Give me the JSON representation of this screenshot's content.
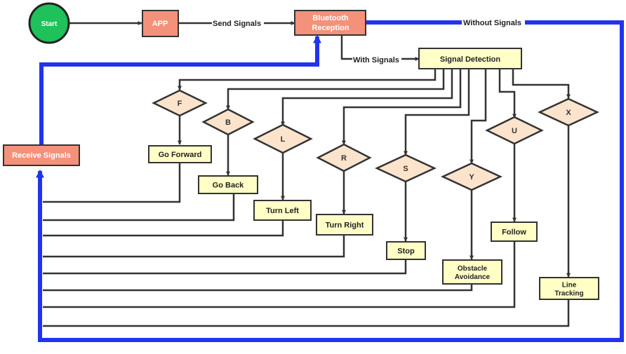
{
  "colors": {
    "start_fill": "#1ec15a",
    "orange_fill": "#f4917a",
    "yellow_fill": "#ffffc6",
    "diamond_fill": "#fce4cc",
    "line": "#333333",
    "feedback": "#2233ee"
  },
  "nodes": {
    "start": "Start",
    "app": "APP",
    "bluetooth": [
      "Bluetooth",
      "Reception"
    ],
    "signal_detection": "Signal Detection",
    "receive_signals": "Receive Signals"
  },
  "edge_labels": {
    "send_signals": "Send Signals",
    "with_signals": "With Signals",
    "without_signals": "Without Signals"
  },
  "decisions": [
    "F",
    "B",
    "L",
    "R",
    "S",
    "Y",
    "U",
    "X"
  ],
  "actions": [
    [
      "Go Forward"
    ],
    [
      "Go Back"
    ],
    [
      "Turn Left"
    ],
    [
      "Turn Right"
    ],
    [
      "Stop"
    ],
    [
      "Obstacle",
      "Avoidance"
    ],
    [
      "Follow"
    ],
    [
      "Line",
      "Tracking"
    ]
  ]
}
